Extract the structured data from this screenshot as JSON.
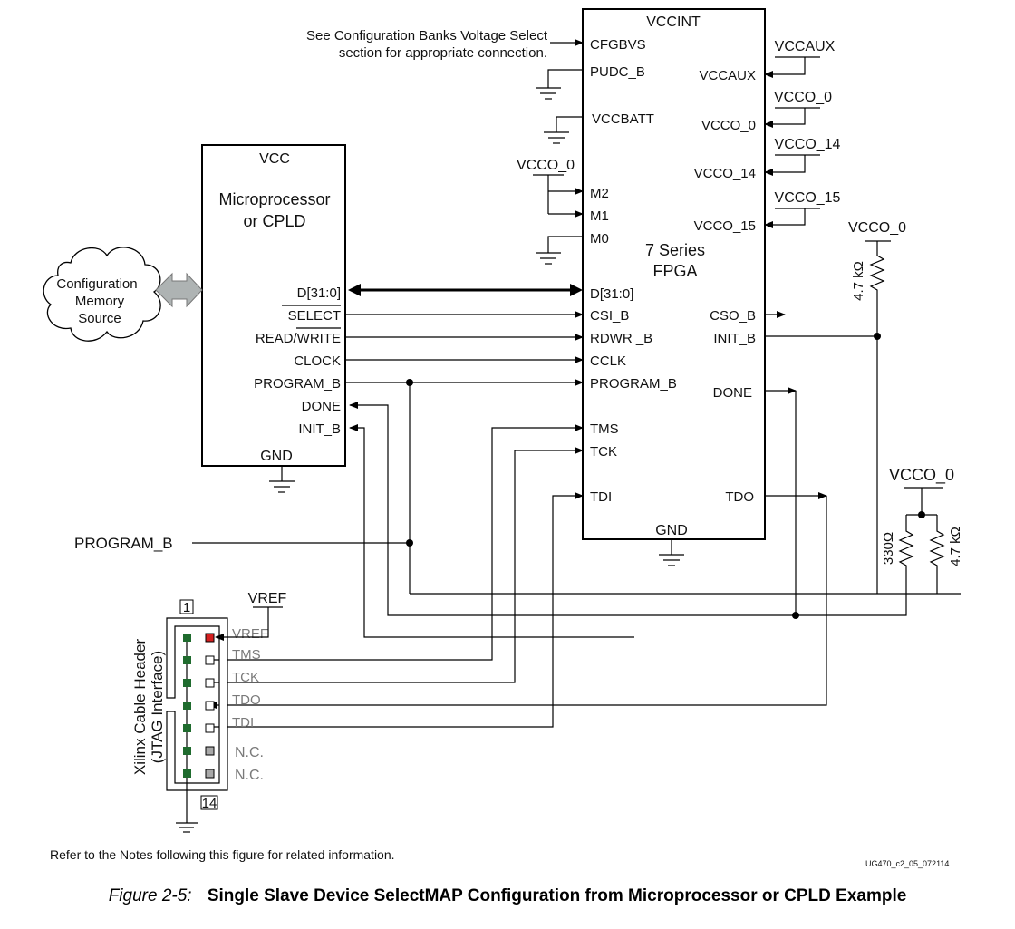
{
  "fpga": {
    "top": "VCCINT",
    "name1": "7 Series",
    "name2": "FPGA",
    "gnd": "GND",
    "cfgbvs": "CFGBVS",
    "pudc": "PUDC_B",
    "vccbatt": "VCCBATT",
    "m2": "M2",
    "m1": "M1",
    "m0": "M0",
    "d": "D[31:0]",
    "csi": "CSI_B",
    "rdwr": "RDWR _B",
    "cclk": "CCLK",
    "program": "PROGRAM_B",
    "tms": "TMS",
    "tck": "TCK",
    "tdi": "TDI",
    "vccaux": "VCCAUX",
    "vcco0": "VCCO_0",
    "vcco14": "VCCO_14",
    "vcco15": "VCCO_15",
    "cso": "CSO_B",
    "init": "INIT_B",
    "done": "DONE",
    "tdo": "TDO"
  },
  "rails": {
    "vccaux": "VCCAUX",
    "vcco0": "VCCO_0",
    "vcco14": "VCCO_14",
    "vcco15": "VCCO_15",
    "vcco0_mode": "VCCO_0",
    "vcco0_init": "VCCO_0",
    "vcco0_done": "VCCO_0"
  },
  "cfg_note": {
    "line1": "See Configuration Banks Voltage Select",
    "line2": "section for appropriate connection."
  },
  "micro": {
    "vcc": "VCC",
    "name1": "Microprocessor",
    "name2": "or CPLD",
    "gnd": "GND",
    "d": "D[31:0]",
    "select": "SELECT",
    "readwrite": "READ/WRITE",
    "clock": "CLOCK",
    "program": "PROGRAM_B",
    "done": "DONE",
    "init": "INIT_B"
  },
  "memory": {
    "line1": "Configuration",
    "line2": "Memory",
    "line3": "Source"
  },
  "external": {
    "program": "PROGRAM_B"
  },
  "resistors": {
    "init_pullup": "4.7 kΩ",
    "done_series": "330Ω",
    "done_pullup": "4.7 kΩ"
  },
  "header": {
    "title1": "Xilinx Cable Header",
    "title2": "(JTAG Interface)",
    "pin1": "1",
    "pin14": "14",
    "vref_rail": "VREF",
    "pins": [
      "VREF",
      "TMS",
      "TCK",
      "TDO",
      "TDI",
      "N.C.",
      "N.C."
    ],
    "colors": {
      "gnd_pin": "#1f6b2e",
      "vref_pin": "#d42020",
      "nc_pin": "#a9a9a9"
    }
  },
  "note": "Refer to the Notes following this figure for related information.",
  "figure_id": "UG470_c2_05_072114",
  "caption": {
    "label": "Figure 2-5:",
    "title": "Single Slave Device SelectMAP Configuration from Microprocessor or CPLD Example"
  }
}
